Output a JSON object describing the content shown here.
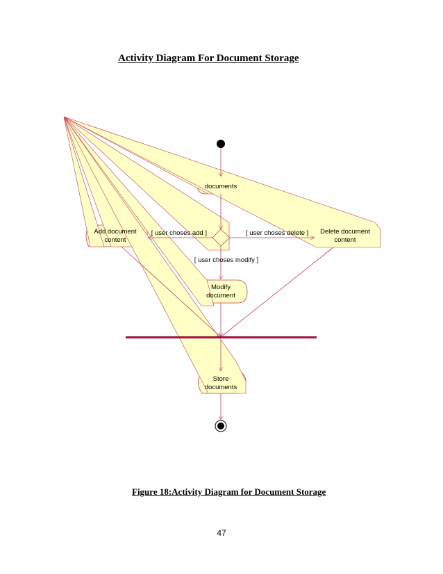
{
  "page": {
    "title": "Activity Diagram For Document Storage",
    "caption": "Figure 18:Activity Diagram for Document Storage",
    "page_number": "47"
  },
  "diagram": {
    "colors": {
      "activity_fill": "#ffffc6",
      "line": "#c83c5a",
      "sync_bar": "#a0103c",
      "node": "#000000"
    },
    "activities": {
      "open_document": "documents",
      "add_content": [
        "Add document",
        "content"
      ],
      "delete_content": [
        "Delete document",
        "content"
      ],
      "modify_document": [
        "Modify",
        "document"
      ],
      "store_documents": [
        "Store",
        "documents"
      ]
    },
    "guards": {
      "add": "[ user choses add ]",
      "delete": "[ user choses delete ]",
      "modify": "[ user choses modify ]"
    }
  }
}
